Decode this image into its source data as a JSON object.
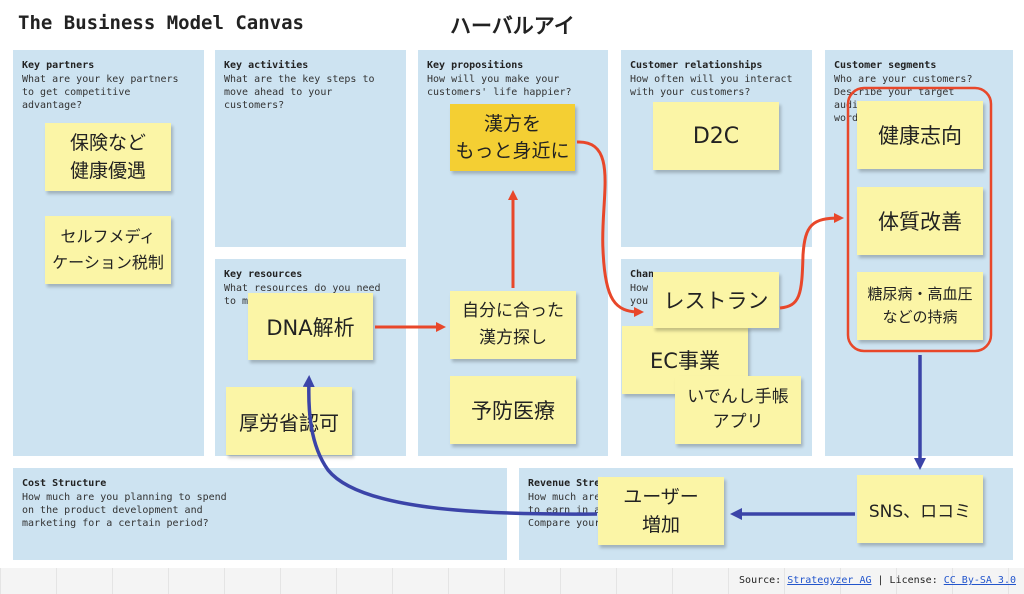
{
  "header": {
    "title": "The Business Model Canvas",
    "subtitle": "ハーバルアイ"
  },
  "blocks": {
    "partners": {
      "title": "Key partners",
      "question": "What are your key partners\nto get competitive\nadvantage?"
    },
    "activities": {
      "title": "Key activities",
      "question": "What are the key steps to\nmove ahead to your\ncustomers?"
    },
    "resources": {
      "title": "Key resources",
      "question": "What resources do you need\nto m"
    },
    "propositions": {
      "title": "Key propositions",
      "question": "How will you make your\ncustomers' life happier?"
    },
    "relationships": {
      "title": "Customer relationships",
      "question": "How often will you interact\nwith your customers?"
    },
    "channels": {
      "title": "Chan",
      "question": "How\nyou"
    },
    "segments": {
      "title": "Customer segments",
      "question": "Who are your customers?\nDescribe your target\naudi\nword"
    },
    "cost": {
      "title": "Cost Structure",
      "question": "How much are you planning to spend\non the product development and\nmarketing for a certain period?"
    },
    "revenue": {
      "title": "Revenue Stre",
      "question": "How much are\nto earn in a\nCompare your"
    }
  },
  "stickies": {
    "insurance": "保険など\n健康優遇",
    "selfmed": "セルフメディ\nケーション税制",
    "kampo_closer": "漢方を\nもっと身近に",
    "d2c": "D2C",
    "health_conscious": "健康志向",
    "constitution": "体質改善",
    "chronic": "糖尿病・高血圧\nなどの持病",
    "dna": "DNA解析",
    "find_kampo": "自分に合った\n漢方探し",
    "preventive": "予防医療",
    "approval": "厚労省認可",
    "restaurant": "レストラン",
    "ec": "EC事業",
    "app": "いでんし手帳\nアプリ",
    "sns": "SNS、ロコミ",
    "user_growth": "ユーザー\n増加"
  },
  "footer": {
    "prefix": "Source: ",
    "source_link": "Strategyzer AG",
    "separator": " | License: ",
    "license_link": "CC By-SA 3.0"
  },
  "colors": {
    "block": "#cde3f1",
    "sticky": "#fbf5a6",
    "sticky_highlight": "#f4cf33",
    "arrow_red": "#e8472a",
    "arrow_blue": "#3b44a8",
    "highlight_outline": "#e8472a"
  }
}
